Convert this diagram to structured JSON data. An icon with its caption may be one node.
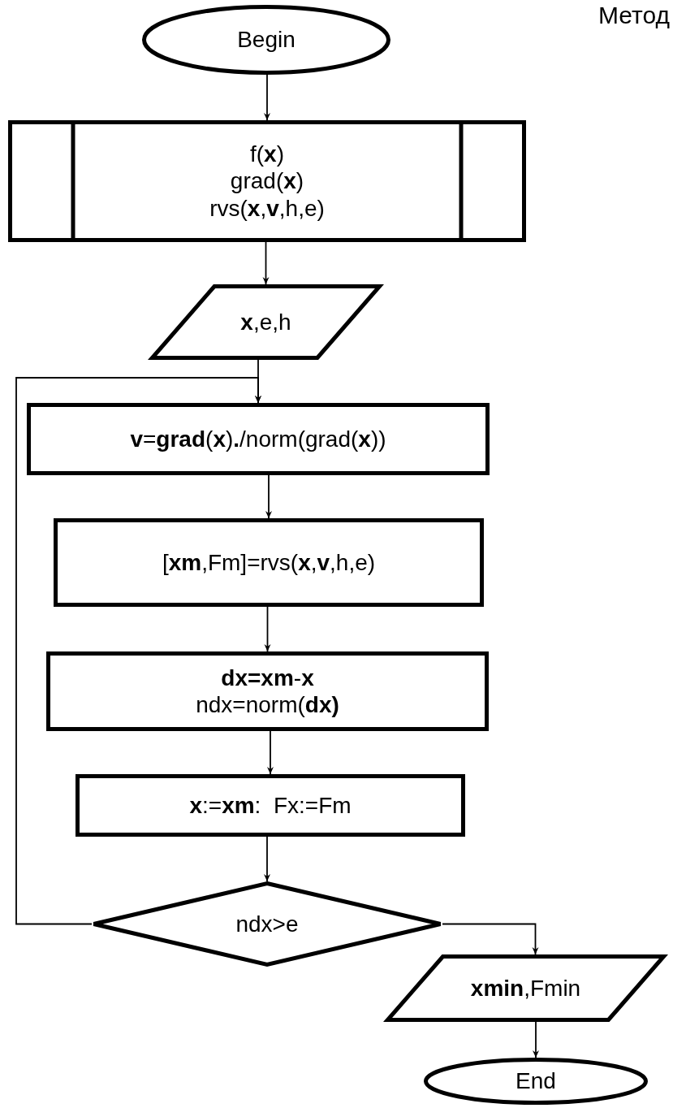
{
  "diagram": {
    "title": "Метод",
    "nodes": [
      {
        "text": [
          "Begin"
        ]
      },
      {
        "text": [
          "f(**x**)",
          "grad(**x**)",
          "rvs(**x**,**v**,h,e)"
        ]
      },
      {
        "text": [
          "**x**,e,h"
        ]
      },
      {
        "text": [
          "**v**=**grad**(**x**)**.**/norm(grad(**x**))"
        ]
      },
      {
        "text": [
          "[**xm**,Fm]=rvs(**x**,**v**,h,e)"
        ]
      },
      {
        "text": [
          "**dx=xm**-**x**",
          "ndx=norm(**dx)**"
        ]
      },
      {
        "text": [
          "**x**:=**xm**:  Fx:=Fm"
        ]
      },
      {
        "text": [
          "ndx>e"
        ]
      },
      {
        "text": [
          "**xmin**,Fmin"
        ]
      },
      {
        "text": [
          "End"
        ]
      }
    ],
    "edges": [
      {
        "from": 0,
        "to": 1,
        "arrow": "to"
      },
      {
        "from": 1,
        "to": 2,
        "arrow": "to"
      },
      {
        "from": 2,
        "to": 3,
        "arrow": "to"
      },
      {
        "from": 3,
        "to": 4,
        "arrow": "to"
      },
      {
        "from": 4,
        "to": 5,
        "arrow": "to"
      },
      {
        "from": 5,
        "to": 6,
        "arrow": "to"
      },
      {
        "from": 6,
        "to": 7,
        "arrow": "to"
      },
      {
        "from": 7,
        "to": 3,
        "arrow": "to"
      },
      {
        "from": 7,
        "to": 8,
        "arrow": "to"
      },
      {
        "from": 8,
        "to": 9,
        "arrow": "to"
      }
    ]
  }
}
